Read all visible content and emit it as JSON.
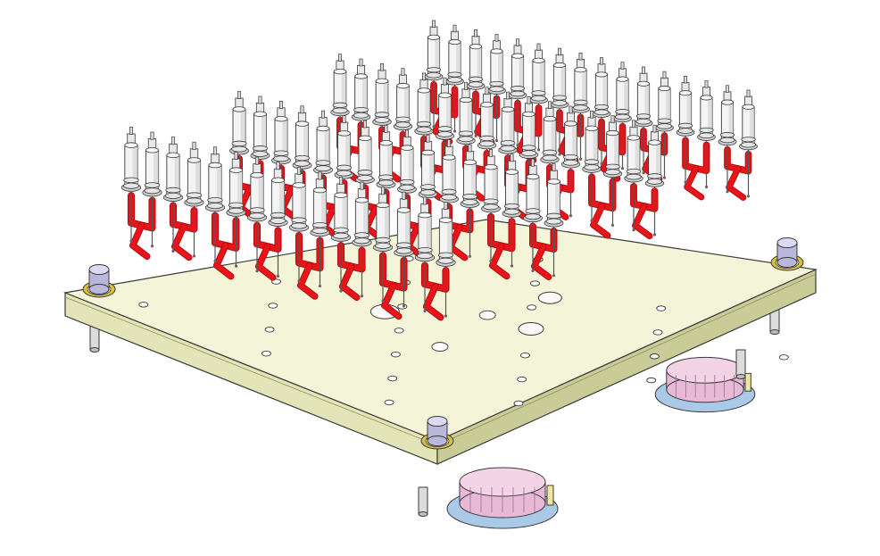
{
  "scene": {
    "subject": "hot-runner-mold-assembly",
    "colors": {
      "background": "#ffffff",
      "plate_top": "#f4f5d8",
      "plate_side": "#e3e5b8",
      "plate_edge": "#c9cc96",
      "outline": "#3a3a3a",
      "runner": "#e8141a",
      "runner_shade": "#b50d10",
      "nozzle_body": "#f4f4f4",
      "nozzle_shade": "#cfcfcf",
      "guide_ring": "#d8c13a",
      "guide_pin": "#b9b7dc",
      "cylinder_pink": "#e8b9d6",
      "base_plate_blue": "#a9c9e6"
    },
    "parts": {
      "nozzle_rows": 4,
      "guide_pins": 4,
      "actuators": 2
    }
  }
}
